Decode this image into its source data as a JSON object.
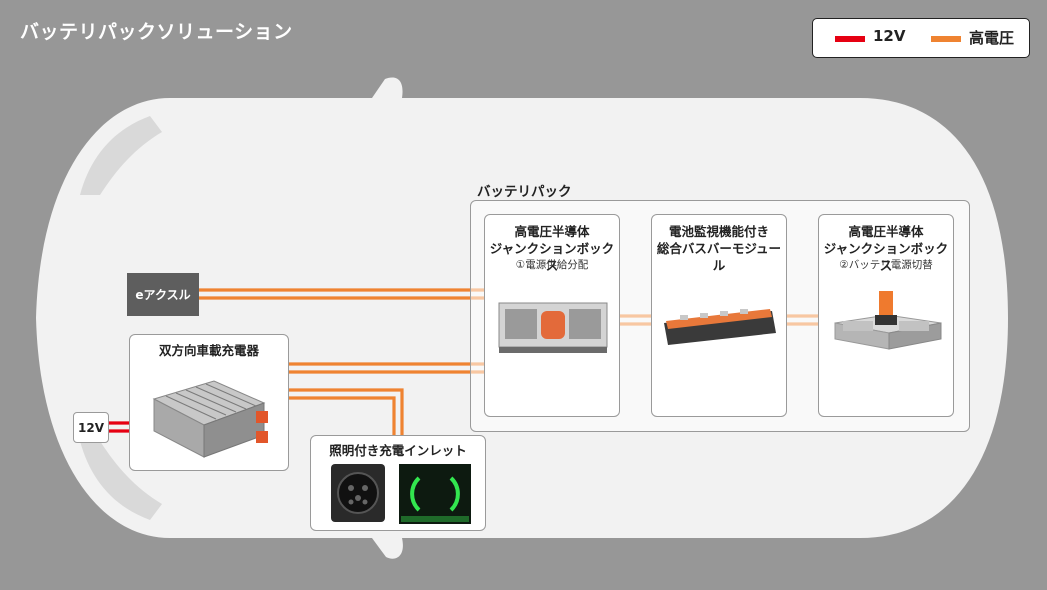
{
  "title": "バッテリパックソリューション",
  "legend": [
    {
      "label": "12V",
      "color": "#e60012"
    },
    {
      "label": "高電圧",
      "color": "#ef8331"
    }
  ],
  "pack_label": "バッテリパック",
  "axle_label": "eアクスル",
  "v12_label": "12V",
  "charger": {
    "title": "双方向車載充電器"
  },
  "inlet": {
    "title": "照明付き充電インレット"
  },
  "jb1": {
    "title_line1": "高電圧半導体",
    "title_line2": "ジャンクションボックス",
    "sub": "①電源供給分配"
  },
  "bms": {
    "title_line1": "電池監視機能付き",
    "title_line2": "総合バスバーモジュール"
  },
  "jb2": {
    "title_line1": "高電圧半導体",
    "title_line2": "ジャンクションボックス",
    "sub": "②バッテリ電源切替"
  },
  "colors": {
    "background": "#979797",
    "car_body": "#f2f2f2",
    "high_voltage": "#ef8331",
    "low_voltage": "#e60012"
  }
}
